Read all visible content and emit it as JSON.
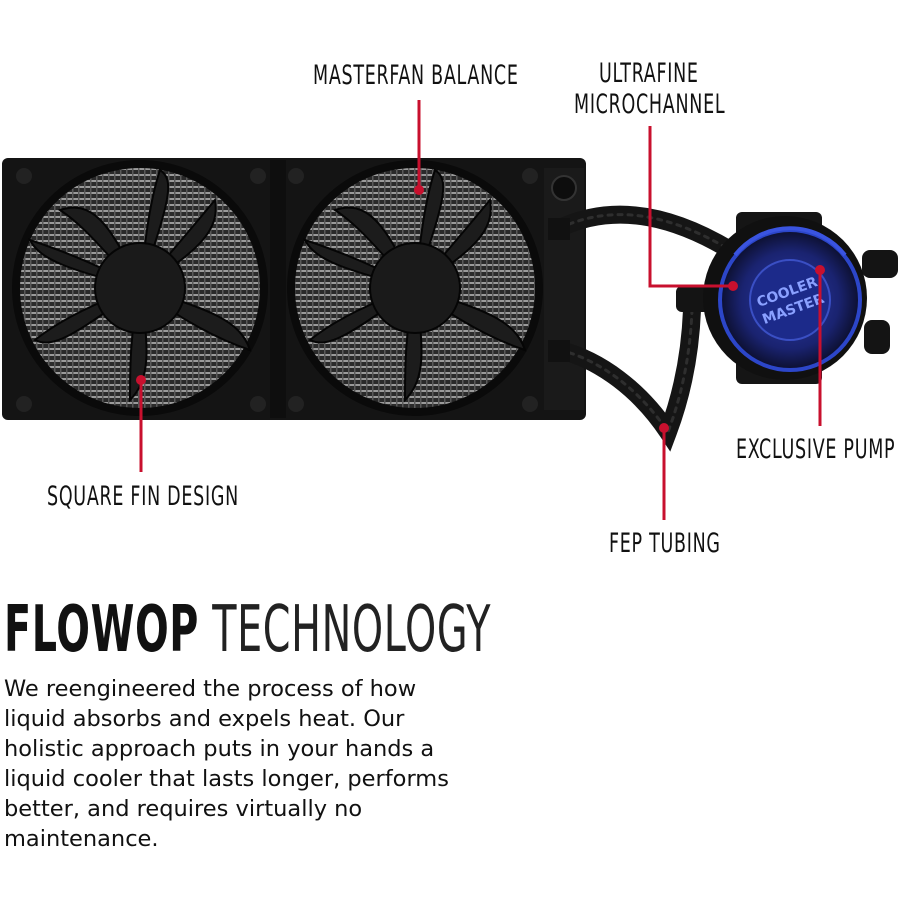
{
  "callouts": {
    "masterfan": "MASTERFAN BALANCE",
    "ultrafine_line1": "ULTRAFINE",
    "ultrafine_line2": "MICROCHANNEL",
    "square_fin": "SQUARE FIN DESIGN",
    "exclusive_pump": "EXCLUSIVE PUMP",
    "fep_tubing": "FEP TUBING"
  },
  "pump_logo": {
    "line1": "COOLER",
    "line2": "MASTER"
  },
  "headline": {
    "bold": "FLOWOP",
    "light": " TECHNOLOGY"
  },
  "body": "We reengineered the process of how liquid absorbs and expels heat. Our holistic approach puts in your hands a liquid cooler that lasts longer, performs better, and requires virtually no maintenance.",
  "colors": {
    "callout_line": "#c8102e",
    "pump_blue": "#2c46c9",
    "radiator": "#141414"
  }
}
